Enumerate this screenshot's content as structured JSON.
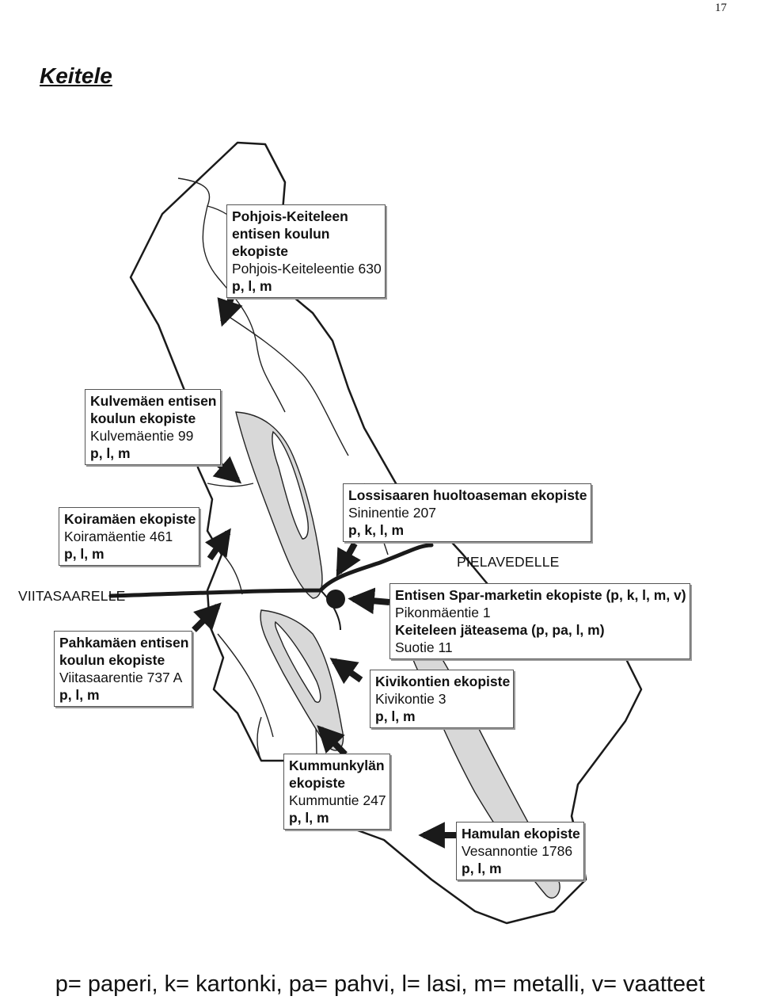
{
  "page": {
    "number": "17",
    "title": "Keitele"
  },
  "directions": {
    "west": "VIITASAARELLE",
    "east": "PIELAVEDELLE"
  },
  "stations": {
    "pohjois_keitele": {
      "name": "Pohjois-Keiteleen\nentisen koulun\nekopiste",
      "address": "Pohjois-Keiteleentie 630",
      "codes": "p, l, m"
    },
    "kulvemaki": {
      "name": "Kulvemäen entisen\nkoulun ekopiste",
      "address": "Kulvemäentie 99",
      "codes": "p, l, m"
    },
    "koiramaki": {
      "name": "Koiramäen ekopiste",
      "address": "Koiramäentie 461",
      "codes": "p, l, m"
    },
    "lossisaari": {
      "name": "Lossisaaren huoltoaseman ekopiste",
      "address": "Sininentie 207",
      "codes": "p, k, l, m"
    },
    "spar": {
      "name": "Entisen Spar-marketin ekopiste (p, k, l, m, v)",
      "address": "Pikonmäentie 1",
      "name2": "Keiteleen jäteasema (p, pa, l, m)",
      "address2": "Suotie 11"
    },
    "pahkamaki": {
      "name": "Pahkamäen entisen\nkoulun ekopiste",
      "address": "Viitasaarentie 737 A",
      "codes": "p, l, m"
    },
    "kivikontie": {
      "name": "Kivikontien ekopiste",
      "address": "Kivikontie 3",
      "codes": "p, l, m"
    },
    "kummunkyla": {
      "name": "Kummunkylän\nekopiste",
      "address": "Kummuntie 247",
      "codes": "p, l, m"
    },
    "hamula": {
      "name": "Hamulan ekopiste",
      "address": "Vesannontie 1786",
      "codes": "p, l, m"
    }
  },
  "legend": "p= paperi, k= kartonki, pa= pahvi, l= lasi, m= metalli, v= vaatteet",
  "colors": {
    "lake": "#d8d8d8",
    "outline": "#1a1a1a",
    "arrow": "#1a1a1a"
  }
}
